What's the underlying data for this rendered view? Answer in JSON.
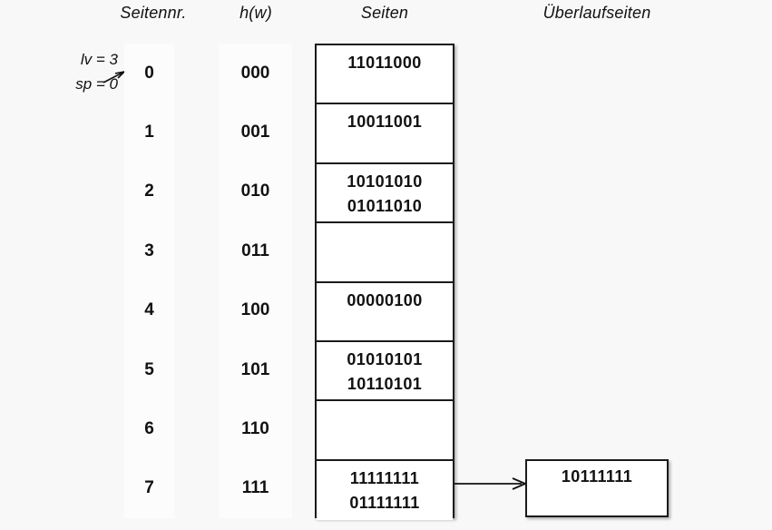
{
  "diagram": {
    "title_columns": {
      "seitennr": "Seitennr.",
      "hw": "h(w)",
      "seiten": "Seiten",
      "ueberlaufseiten": "Überlaufseiten"
    },
    "annotation": {
      "lv": "lv = 3",
      "sp": "sp = 0",
      "arrow_icon": "arrow-right-icon"
    },
    "rows": [
      {
        "seitennr": "0",
        "hw": "000",
        "records": [
          "11011000"
        ]
      },
      {
        "seitennr": "1",
        "hw": "001",
        "records": [
          "10011001"
        ]
      },
      {
        "seitennr": "2",
        "hw": "010",
        "records": [
          "10101010",
          "01011010"
        ]
      },
      {
        "seitennr": "3",
        "hw": "011",
        "records": []
      },
      {
        "seitennr": "4",
        "hw": "100",
        "records": [
          "00000100"
        ]
      },
      {
        "seitennr": "5",
        "hw": "101",
        "records": [
          "01010101",
          "10110101"
        ]
      },
      {
        "seitennr": "6",
        "hw": "110",
        "records": []
      },
      {
        "seitennr": "7",
        "hw": "111",
        "records": [
          "11111111",
          "01111111"
        ]
      }
    ],
    "overflow": {
      "source_row": "7",
      "arrow_icon": "arrow-right-icon",
      "records": [
        "10111111"
      ]
    },
    "colors": {
      "background": "#f8f8f8",
      "box_border": "#1b1b1b",
      "box_fill": "#ffffff",
      "index_column_fill": "#fcfcfc",
      "text": "#111111"
    }
  }
}
